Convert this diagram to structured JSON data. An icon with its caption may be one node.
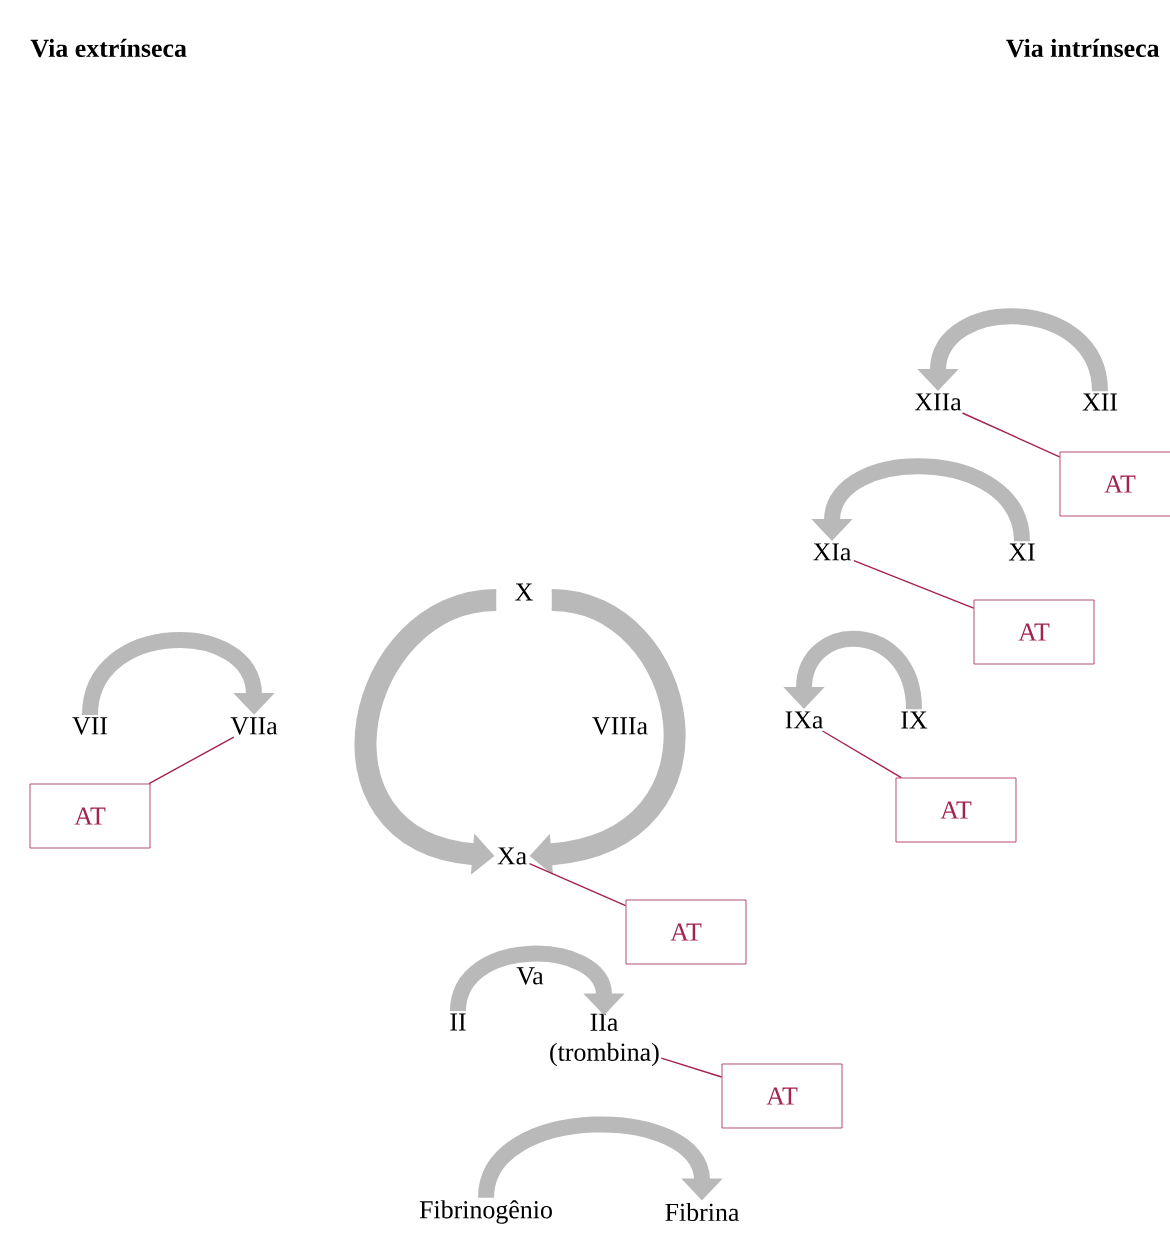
{
  "diagram": {
    "nodes": [
      {
        "text": [
          "XIIa"
        ]
      },
      {
        "text": [
          "XII"
        ]
      },
      {
        "text": [
          "AT"
        ]
      },
      {
        "text": [
          "XIa"
        ]
      },
      {
        "text": [
          "XI"
        ]
      },
      {
        "text": [
          "X"
        ]
      },
      {
        "text": [
          "AT"
        ]
      },
      {
        "text": [
          "VII"
        ]
      },
      {
        "text": [
          "VIIa"
        ]
      },
      {
        "text": [
          "IXa"
        ]
      },
      {
        "text": [
          "IX"
        ]
      },
      {
        "text": [
          "AT"
        ]
      },
      {
        "text": [
          "AT"
        ]
      },
      {
        "text": [
          "Xa"
        ]
      },
      {
        "text": [
          "AT"
        ]
      },
      {
        "text": [
          "II"
        ]
      },
      {
        "text": [
          "IIa (trombina)"
        ]
      },
      {
        "text": [
          "AT"
        ]
      },
      {
        "text": [
          "Fibrinogênio"
        ]
      },
      {
        "text": [
          "Fibrina"
        ]
      }
    ],
    "edges": [
      {
        "from": 1,
        "to": 0,
        "arrow": "to",
        "color": "#b9b9b9"
      },
      {
        "from": 4,
        "to": 3,
        "arrow": "to",
        "color": "#b9b9b9"
      },
      {
        "from": 10,
        "to": 9,
        "arrow": "to",
        "color": "#b9b9b9"
      },
      {
        "from": 7,
        "to": 8,
        "arrow": "to",
        "color": "#b9b9b9"
      },
      {
        "from": 5,
        "to": 13,
        "arrow": "to",
        "color": "#b9b9b9"
      },
      {
        "from": 5,
        "to": 13,
        "arrow": "to",
        "color": "#b9b9b9"
      },
      {
        "from": 15,
        "to": 16,
        "arrow": "to",
        "color": "#b9b9b9"
      },
      {
        "from": 18,
        "to": 19,
        "arrow": "to",
        "color": "#b9b9b9"
      },
      {
        "from": 2,
        "to": 0,
        "arrow": "none",
        "color": "#a3224f"
      },
      {
        "from": 6,
        "to": 3,
        "arrow": "none",
        "color": "#a3224f"
      },
      {
        "from": 12,
        "to": 9,
        "arrow": "none",
        "color": "#a3224f"
      },
      {
        "from": 11,
        "to": 8,
        "arrow": "none",
        "color": "#a3224f"
      },
      {
        "from": 14,
        "to": 13,
        "arrow": "none",
        "color": "#a3224f"
      },
      {
        "from": 17,
        "to": 16,
        "arrow": "none",
        "color": "#a3224f"
      }
    ],
    "labels": [
      "Via extrínseca",
      "Via intrínseca",
      "VIIIa",
      "Va"
    ]
  }
}
